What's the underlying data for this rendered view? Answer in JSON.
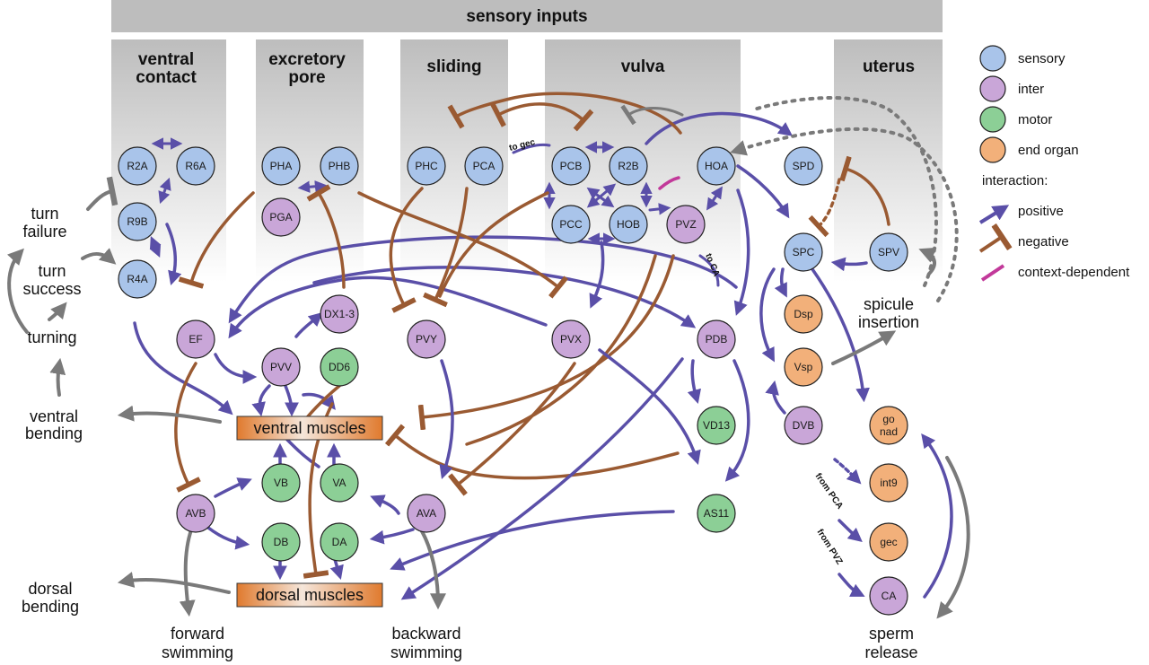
{
  "header": {
    "title": "sensory inputs"
  },
  "columns": {
    "ventral_contact": [
      "ventral",
      "contact"
    ],
    "excretory_pore": [
      "excretory",
      "pore"
    ],
    "sliding": "sliding",
    "vulva": "vulva",
    "uterus": "uterus"
  },
  "colors": {
    "sensory": "#a9c4ea",
    "inter": "#c9a6d8",
    "motor": "#8ccf96",
    "end_organ": "#f2b07a",
    "positive": "#5a4fa8",
    "negative": "#9a5a32",
    "context": "#c2399a",
    "gray": "#7a7a7a",
    "muscle": "#e07a2e"
  },
  "neurons": {
    "sensory": [
      "R2A",
      "R6A",
      "R9B",
      "R4A",
      "PHA",
      "PHB",
      "PHC",
      "PCA",
      "PCB",
      "R2B",
      "PCC",
      "HOB",
      "HOA",
      "SPD",
      "SPC",
      "SPV"
    ],
    "inter": [
      "PGA",
      "EF",
      "DX1-3",
      "PVV",
      "PVY",
      "PVX",
      "PVZ",
      "PDB",
      "DVB",
      "AVB",
      "AVA",
      "CA"
    ],
    "motor": [
      "DD6",
      "VD13",
      "VB",
      "VA",
      "DB",
      "DA",
      "AS11"
    ],
    "end_organ": [
      "Dsp",
      "Vsp",
      "go",
      "nad",
      "int9",
      "gec"
    ]
  },
  "muscles": {
    "ventral": "ventral muscles",
    "dorsal": "dorsal muscles"
  },
  "behaviors": {
    "turn_failure": [
      "turn",
      "failure"
    ],
    "turn_success": [
      "turn",
      "success"
    ],
    "turning": "turning",
    "ventral_bending": [
      "ventral",
      "bending"
    ],
    "dorsal_bending": [
      "dorsal",
      "bending"
    ],
    "forward_swimming": [
      "forward",
      "swimming"
    ],
    "backward_swimming": [
      "backward",
      "swimming"
    ],
    "spicule_insertion": [
      "spicule",
      "insertion"
    ],
    "sperm_release": [
      "sperm",
      "release"
    ]
  },
  "tags": {
    "to_gec": "to gec",
    "to_ca": "to CA",
    "from_pca": "from PCA",
    "from_pvz": "from PVZ"
  },
  "legend": {
    "sensory": "sensory",
    "inter": "inter",
    "motor": "motor",
    "end_organ": "end organ",
    "interaction": "interaction:",
    "positive": "positive",
    "negative": "negative",
    "context": "context-dependent"
  }
}
